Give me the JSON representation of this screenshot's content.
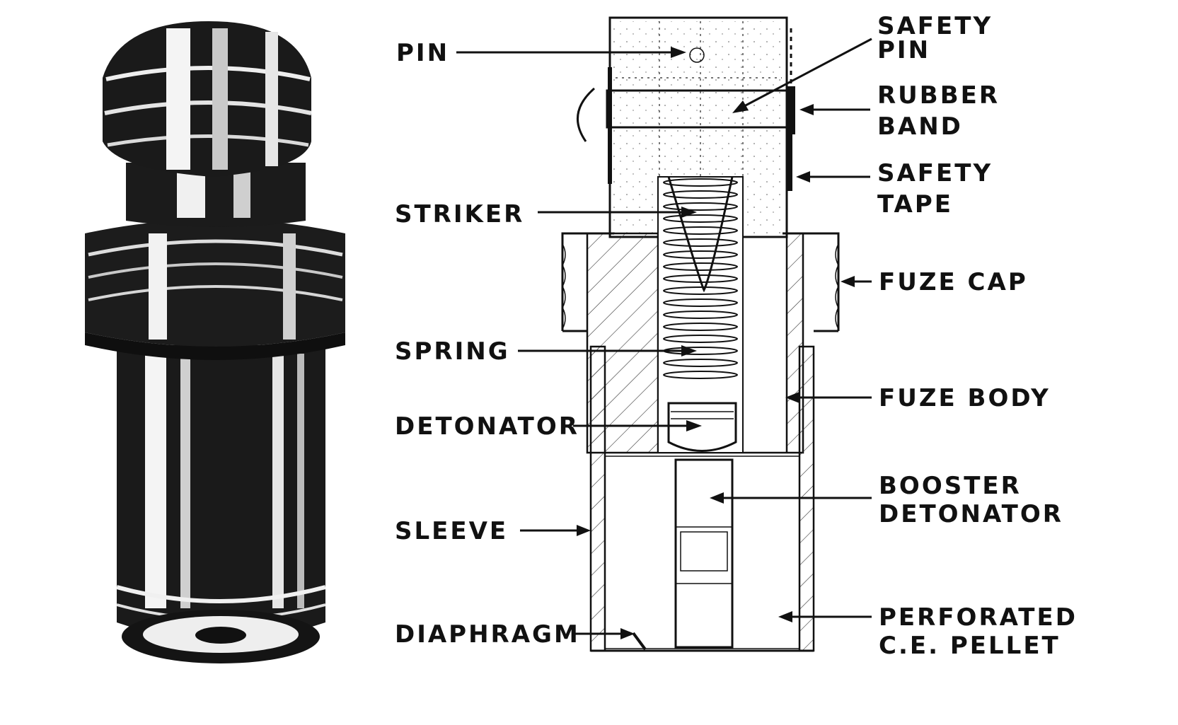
{
  "labels": {
    "pin": "PIN",
    "safety_pin_line1": "SAFETY",
    "safety_pin_line2": "PIN",
    "rubber_band_line1": "RUBBER",
    "rubber_band_line2": "BAND",
    "safety_tape_line1": "SAFETY",
    "safety_tape_line2": "TAPE",
    "striker": "STRIKER",
    "fuze_cap": "FUZE CAP",
    "spring": "SPRING",
    "fuze_body": "FUZE BODY",
    "detonator": "DETONATOR",
    "booster_line1": "BOOSTER",
    "booster_line2": "DETONATOR",
    "sleeve": "SLEEVE",
    "perforated_line1": "PERFORATED",
    "perforated_line2": "C.E. PELLET",
    "diaphragm": "DIAPHRAGM"
  },
  "colors": {
    "ink": "#111111",
    "paper": "#ffffff"
  }
}
